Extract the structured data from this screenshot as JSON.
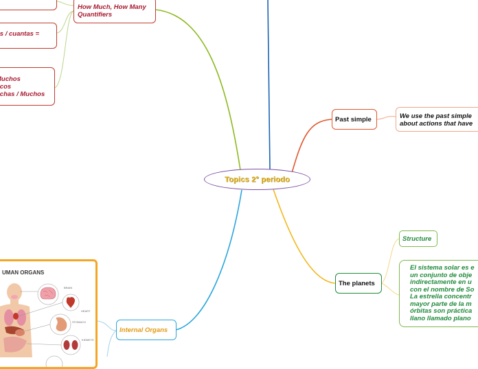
{
  "central": {
    "label": "Topics 2° periodo"
  },
  "quantifiers": {
    "label_line1": "How Much, How Many",
    "label_line2": "Quantifiers",
    "child_cuantas": "os / cuantas =",
    "child_muchos_line1": "Muchos",
    "child_muchos_line2": "ocos",
    "child_muchos_line3": "uchas / Muchos"
  },
  "past_simple": {
    "label": "Past simple",
    "child_line1": "We use the past simple",
    "child_line2": "about actions that have"
  },
  "planets": {
    "label": "The planets",
    "structure": "Structure",
    "desc_lines": [
      "El sistema solar es e",
      "un conjunto de obje",
      "indirectamente en u",
      "con el nombre de So",
      "La estrella concentr",
      "mayor parte de la m",
      "órbitas son práctica",
      "llano llamado plano"
    ]
  },
  "internal_organs": {
    "label": "Internal Organs",
    "image_title": "UMAN ORGANS",
    "image_labels": [
      "BRAIN",
      "HEART",
      "STOMACH",
      "KIDNEYS"
    ]
  },
  "colors": {
    "quantifiers_branch": "#8db81e",
    "past_branch": "#e0552b",
    "planets_branch": "#f2b71d",
    "organs_branch": "#29a5dc",
    "top_branch": "#1a63b4",
    "node_red": "#c0392b",
    "node_green": "#7fb84e"
  }
}
